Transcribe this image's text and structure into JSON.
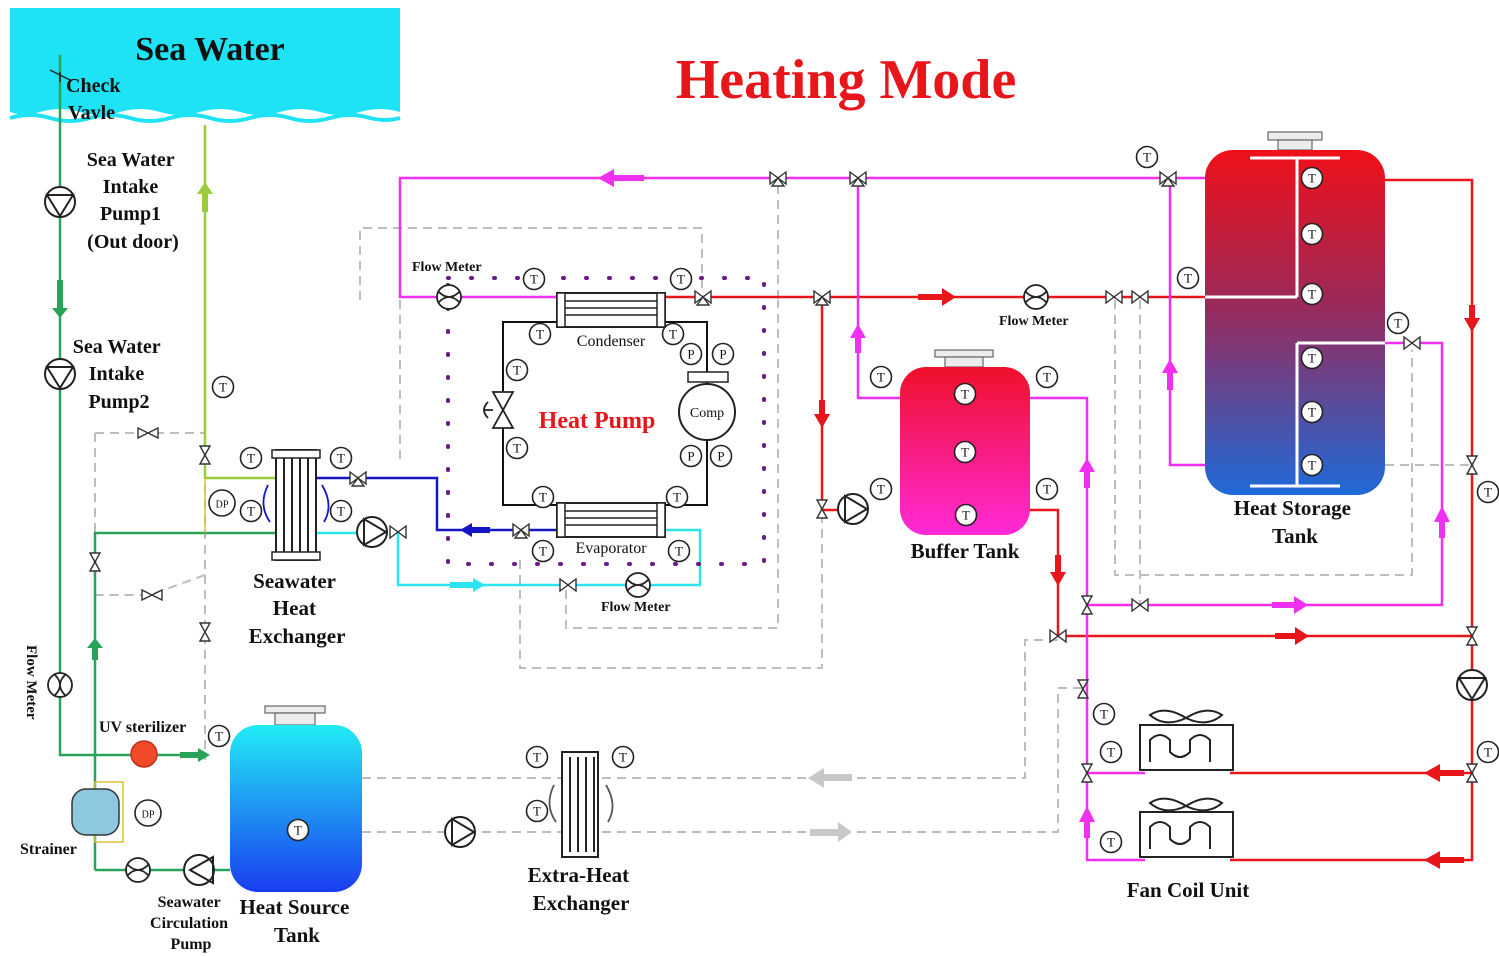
{
  "title": "Heating Mode",
  "sea": {
    "label": "Sea Water"
  },
  "labels": {
    "check_valve": [
      "Check",
      "Vavle"
    ],
    "intake_pump1": [
      "Sea Water",
      "Intake",
      "Pump1",
      "(Out door)"
    ],
    "intake_pump2": [
      "Sea Water",
      "Intake",
      "Pump2"
    ],
    "flow_meter_vertical": "Flow Meter",
    "uv_sterilizer": "UV sterilizer",
    "strainer": "Strainer",
    "circulation_pump": [
      "Seawater",
      "Circulation",
      "Pump"
    ],
    "heat_source_tank": [
      "Heat Source",
      "Tank"
    ],
    "seawater_hx": [
      "Seawater",
      "Heat",
      "Exchanger"
    ],
    "extra_hx": [
      "Extra-Heat",
      "Exchanger"
    ],
    "heat_pump": "Heat Pump",
    "condenser": "Condenser",
    "evaporator": "Evaporator",
    "comp": "Comp",
    "flow_meter_top": "Flow Meter",
    "flow_meter_mid": "Flow Meter",
    "flow_meter_bottom": "Flow Meter",
    "buffer_tank": "Buffer Tank",
    "heat_storage_tank": [
      "Heat Storage",
      "Tank"
    ],
    "fan_coil_unit": "Fan Coil Unit"
  },
  "symbols": {
    "temperature": "T",
    "pressure": "P",
    "differential_pressure": "DP"
  },
  "colors": {
    "sea_water": "#1ee3f5",
    "intake_line": "#2aa35a",
    "return_line": "#9bcc3c",
    "hot_line": "#e8151b",
    "supply_line": "#f030f0",
    "cold_line": "#2ce3f0",
    "refrigerant": "#1414c8",
    "title": "#e8151b",
    "dashed": "#bdbdbd"
  }
}
